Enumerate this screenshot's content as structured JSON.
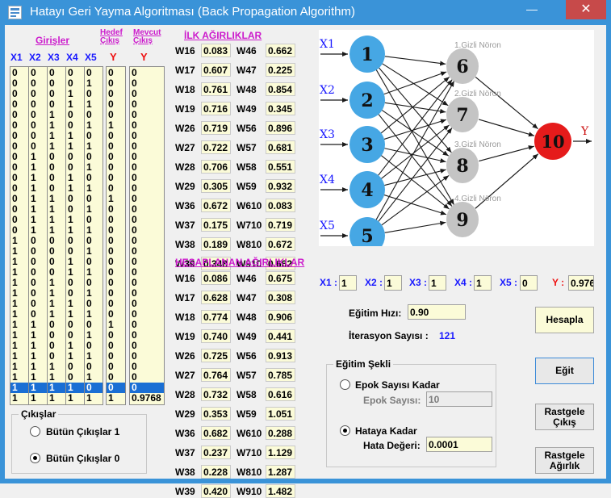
{
  "window": {
    "title": "Hatayı Geri Yayma Algoritması (Back Propagation Algorithm)",
    "minimize_glyph": "—",
    "close_glyph": "✕"
  },
  "inputs_header": {
    "title": "Girişler",
    "target_title_1": "Hedef",
    "target_title_2": "Çıkış",
    "current_title_1": "Mevcut",
    "current_title_2": "Çıkış",
    "columns": [
      "X1",
      "X2",
      "X3",
      "X4",
      "X5"
    ],
    "target_col": "Y",
    "current_col": "Y"
  },
  "data_table": {
    "x1": [
      "0",
      "0",
      "0",
      "0",
      "0",
      "0",
      "0",
      "0",
      "0",
      "0",
      "0",
      "0",
      "0",
      "0",
      "0",
      "0",
      "1",
      "1",
      "1",
      "1",
      "1",
      "1",
      "1",
      "1",
      "1",
      "1",
      "1",
      "1",
      "1",
      "1",
      "1",
      "1"
    ],
    "x2": [
      "0",
      "0",
      "0",
      "0",
      "0",
      "0",
      "0",
      "0",
      "1",
      "1",
      "1",
      "1",
      "1",
      "1",
      "1",
      "1",
      "0",
      "0",
      "0",
      "0",
      "0",
      "0",
      "0",
      "0",
      "1",
      "1",
      "1",
      "1",
      "1",
      "1",
      "1",
      "1"
    ],
    "x3": [
      "0",
      "0",
      "0",
      "0",
      "1",
      "1",
      "1",
      "1",
      "0",
      "0",
      "0",
      "0",
      "1",
      "1",
      "1",
      "1",
      "0",
      "0",
      "0",
      "0",
      "1",
      "1",
      "1",
      "1",
      "0",
      "0",
      "0",
      "0",
      "1",
      "1",
      "1",
      "1"
    ],
    "x4": [
      "0",
      "0",
      "1",
      "1",
      "0",
      "0",
      "1",
      "1",
      "0",
      "0",
      "1",
      "1",
      "0",
      "0",
      "1",
      "1",
      "0",
      "0",
      "1",
      "1",
      "0",
      "0",
      "1",
      "1",
      "0",
      "0",
      "1",
      "1",
      "0",
      "0",
      "1",
      "1"
    ],
    "x5": [
      "0",
      "1",
      "0",
      "1",
      "0",
      "1",
      "0",
      "1",
      "0",
      "1",
      "0",
      "1",
      "0",
      "1",
      "0",
      "1",
      "0",
      "1",
      "0",
      "1",
      "0",
      "1",
      "0",
      "1",
      "0",
      "1",
      "0",
      "1",
      "0",
      "1",
      "0",
      "1"
    ],
    "target": [
      "0",
      "0",
      "0",
      "0",
      "0",
      "1",
      "0",
      "0",
      "0",
      "0",
      "0",
      "0",
      "1",
      "0",
      "0",
      "0",
      "0",
      "0",
      "0",
      "0",
      "0",
      "0",
      "0",
      "0",
      "1",
      "0",
      "0",
      "0",
      "0",
      "0",
      "0",
      "1"
    ],
    "current": [
      "0",
      "0",
      "0",
      "0",
      "0",
      "0",
      "0",
      "0",
      "0",
      "0",
      "0",
      "0",
      "0",
      "0",
      "0",
      "0",
      "0",
      "0",
      "0",
      "0",
      "0",
      "0",
      "0",
      "0",
      "0",
      "0",
      "0",
      "0",
      "0",
      "0",
      "0",
      "0.9768"
    ],
    "selected_row": 30,
    "extra_target": "0",
    "extra_current": "0"
  },
  "initial_weights": {
    "title": "İLK AĞIRLIKLAR",
    "left": [
      {
        "label": "W16",
        "value": "0.083"
      },
      {
        "label": "W17",
        "value": "0.607"
      },
      {
        "label": "W18",
        "value": "0.761"
      },
      {
        "label": "W19",
        "value": "0.716"
      },
      {
        "label": "W26",
        "value": "0.719"
      },
      {
        "label": "W27",
        "value": "0.722"
      },
      {
        "label": "W28",
        "value": "0.706"
      },
      {
        "label": "W29",
        "value": "0.305"
      },
      {
        "label": "W36",
        "value": "0.672"
      },
      {
        "label": "W37",
        "value": "0.175"
      },
      {
        "label": "W38",
        "value": "0.189"
      },
      {
        "label": "W39",
        "value": "0.348"
      }
    ],
    "right": [
      {
        "label": "W46",
        "value": "0.662"
      },
      {
        "label": "W47",
        "value": "0.225"
      },
      {
        "label": "W48",
        "value": "0.854"
      },
      {
        "label": "W49",
        "value": "0.345"
      },
      {
        "label": "W56",
        "value": "0.896"
      },
      {
        "label": "W57",
        "value": "0.681"
      },
      {
        "label": "W58",
        "value": "0.551"
      },
      {
        "label": "W59",
        "value": "0.932"
      },
      {
        "label": "W610",
        "value": "0.083"
      },
      {
        "label": "W710",
        "value": "0.719"
      },
      {
        "label": "W810",
        "value": "0.672"
      },
      {
        "label": "W910",
        "value": "0.662"
      }
    ]
  },
  "computed_weights": {
    "title": "HESAPLANAN AĞIRLIKLAR",
    "left": [
      {
        "label": "W16",
        "value": "0.086"
      },
      {
        "label": "W17",
        "value": "0.628"
      },
      {
        "label": "W18",
        "value": "0.774"
      },
      {
        "label": "W19",
        "value": "0.740"
      },
      {
        "label": "W26",
        "value": "0.725"
      },
      {
        "label": "W27",
        "value": "0.764"
      },
      {
        "label": "W28",
        "value": "0.732"
      },
      {
        "label": "W29",
        "value": "0.353"
      },
      {
        "label": "W36",
        "value": "0.682"
      },
      {
        "label": "W37",
        "value": "0.237"
      },
      {
        "label": "W38",
        "value": "0.228"
      },
      {
        "label": "W39",
        "value": "0.420"
      }
    ],
    "right": [
      {
        "label": "W46",
        "value": "0.675"
      },
      {
        "label": "W47",
        "value": "0.308"
      },
      {
        "label": "W48",
        "value": "0.906"
      },
      {
        "label": "W49",
        "value": "0.441"
      },
      {
        "label": "W56",
        "value": "0.913"
      },
      {
        "label": "W57",
        "value": "0.785"
      },
      {
        "label": "W58",
        "value": "0.616"
      },
      {
        "label": "W59",
        "value": "1.051"
      },
      {
        "label": "W610",
        "value": "0.288"
      },
      {
        "label": "W710",
        "value": "1.129"
      },
      {
        "label": "W810",
        "value": "1.287"
      },
      {
        "label": "W910",
        "value": "1.482"
      }
    ]
  },
  "network": {
    "input_labels": [
      "X1",
      "X2",
      "X3",
      "X4",
      "X5"
    ],
    "input_nodes": [
      "1",
      "2",
      "3",
      "4",
      "5"
    ],
    "hidden_nodes": [
      "6",
      "7",
      "8",
      "9"
    ],
    "hidden_labels": [
      "1.Gizli Nöron",
      "2.Gizli Nöron",
      "3.Gizli Nöron",
      "4.Gizli Nöron"
    ],
    "output_node": "10",
    "output_label": "Y",
    "colors": {
      "input": "#46a7e4",
      "hidden": "#c4c4c4",
      "output": "#e51b1b",
      "arrow": "#1a1a1a"
    }
  },
  "test_inputs": {
    "x1_label": "X1 :",
    "x1": "1",
    "x2_label": "X2 :",
    "x2": "1",
    "x3_label": "X3 :",
    "x3": "1",
    "x4_label": "X4 :",
    "x4": "1",
    "x5_label": "X5 :",
    "x5": "0",
    "y_label": "Y :",
    "y": "0.976"
  },
  "training": {
    "learning_rate_label": "Eğitim Hızı:",
    "learning_rate": "0.90",
    "iterations_label": "İterasyon Sayısı :",
    "iterations": "121"
  },
  "training_mode": {
    "title": "Eğitim Şekli",
    "epoch_option": "Epok Sayısı Kadar",
    "epoch_label": "Epok Sayısı:",
    "epoch_value": "10",
    "error_option": "Hataya Kadar",
    "error_label": "Hata Değeri:",
    "error_value": "0.0001",
    "selected": "error"
  },
  "outputs_group": {
    "title": "Çıkışlar",
    "option_all_1": "Bütün Çıkışlar 1",
    "option_all_0": "Bütün Çıkışlar 0",
    "selected": "all_0"
  },
  "buttons": {
    "compute": "Hesapla",
    "train": "Eğit",
    "random_output_1": "Rastgele",
    "random_output_2": "Çıkış",
    "random_weights_1": "Rastgele",
    "random_weights_2": "Ağırlık"
  }
}
